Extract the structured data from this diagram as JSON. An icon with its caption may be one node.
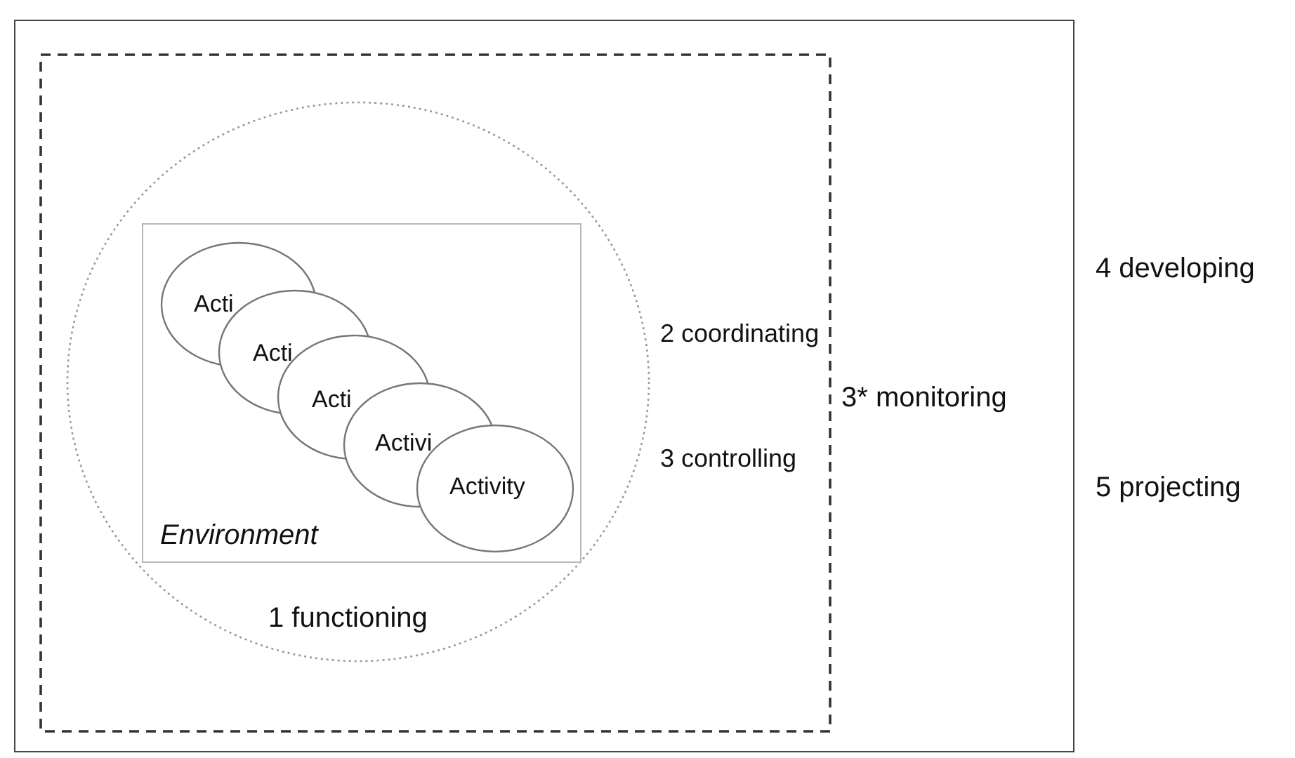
{
  "diagram": {
    "nodes": [
      {
        "text": [
          "3* monitoring"
        ]
      },
      {
        "text": [
          "2 coordinating",
          "3 controlling"
        ],
        "in": 0
      },
      {
        "text": [
          "1 functioning"
        ],
        "in": 1
      },
      {
        "text": [
          "Environment"
        ],
        "in": 2
      },
      {
        "text": [
          "Acti"
        ],
        "in": 3
      },
      {
        "text": [
          "Acti"
        ],
        "in": 3
      },
      {
        "text": [
          "Acti"
        ],
        "in": 3
      },
      {
        "text": [
          "Activi"
        ],
        "in": 3
      },
      {
        "text": [
          "Activity"
        ],
        "in": 3
      }
    ],
    "edges": [],
    "labels": [
      "4 developing",
      "5 projecting"
    ]
  }
}
